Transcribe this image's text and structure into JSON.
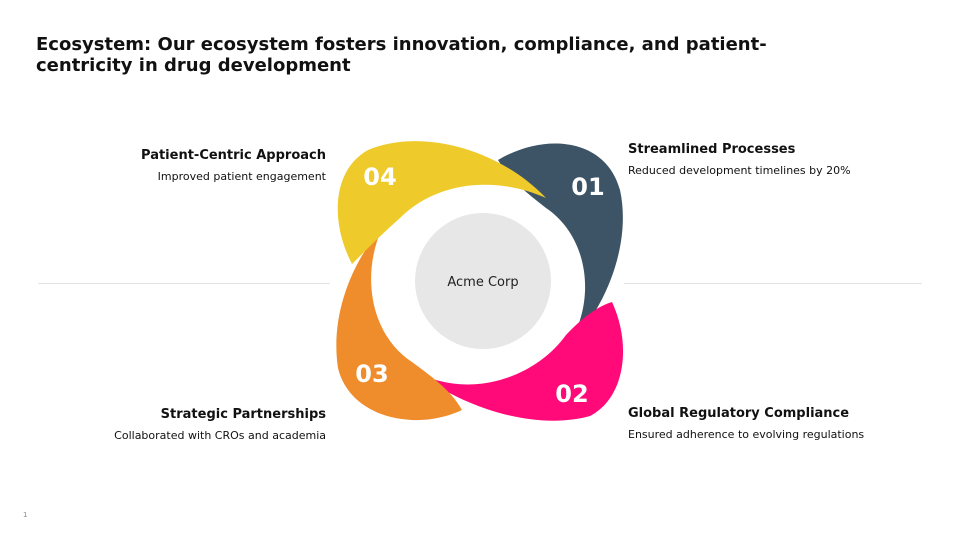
{
  "title": "Ecosystem: Our ecosystem fosters innovation, compliance, and patient-centricity in drug development",
  "center": {
    "label": "Acme Corp"
  },
  "steps": [
    {
      "number": "01",
      "title": "Streamlined Processes",
      "description": "Reduced development timelines by 20%",
      "color": "#3d5466"
    },
    {
      "number": "02",
      "title": "Global Regulatory Compliance",
      "description": "Ensured adherence to evolving regulations",
      "color": "#ff0a78"
    },
    {
      "number": "03",
      "title": "Strategic Partnerships",
      "description": "Collaborated with CROs and academia",
      "color": "#ef8c2c"
    },
    {
      "number": "04",
      "title": "Patient-Centric Approach",
      "description": "Improved patient engagement",
      "color": "#eecb2a"
    }
  ],
  "colors": {
    "center_circle": "#e7e7e8",
    "divider": "#e2e2e2"
  },
  "page_number": "1"
}
